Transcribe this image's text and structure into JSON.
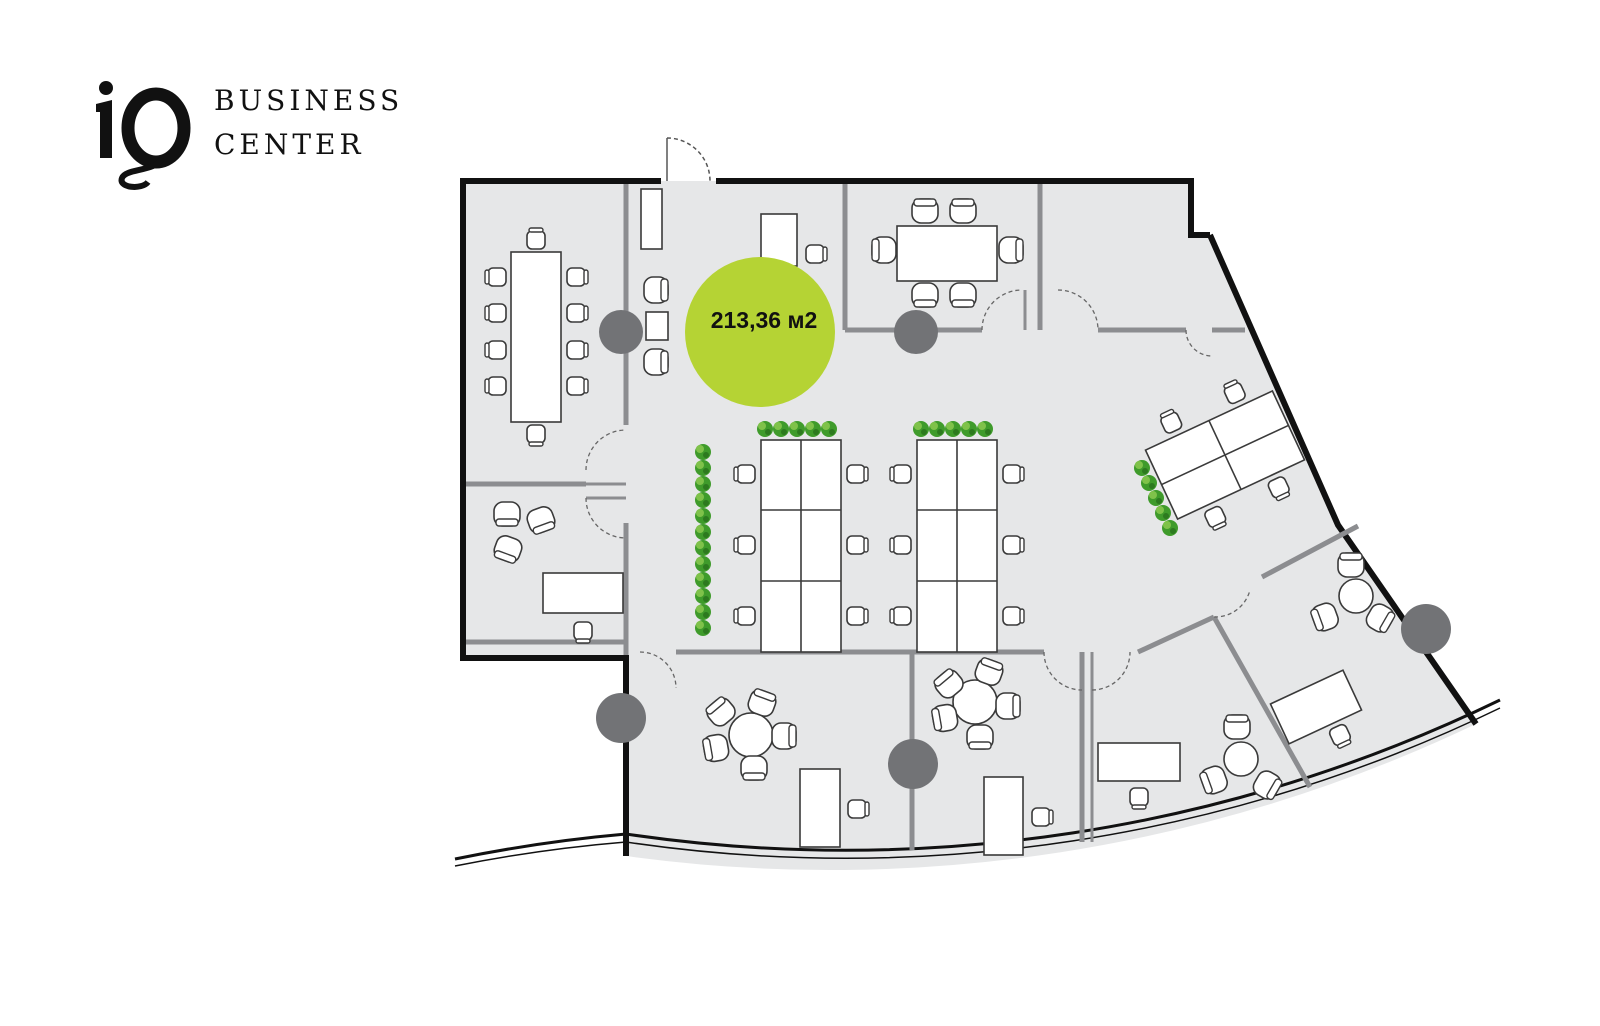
{
  "brand": {
    "logo_text": "iQ",
    "line1": "BUSINESS",
    "line2": "CENTER"
  },
  "area": {
    "label": "213,36 м2"
  },
  "colors": {
    "floor": "#e6e7e8",
    "outer_wall": "#111111",
    "partition": "#8c8d90",
    "column": "#727376",
    "area_badge": "#b5d334",
    "plant": "#3f9b2b",
    "furniture_fill": "#ffffff",
    "furniture_stroke": "#3a3a3a"
  },
  "icons": {
    "logo": "iq-monogram-icon",
    "column": "column-icon",
    "plant": "plant-row-icon",
    "chair": "chair-icon"
  }
}
